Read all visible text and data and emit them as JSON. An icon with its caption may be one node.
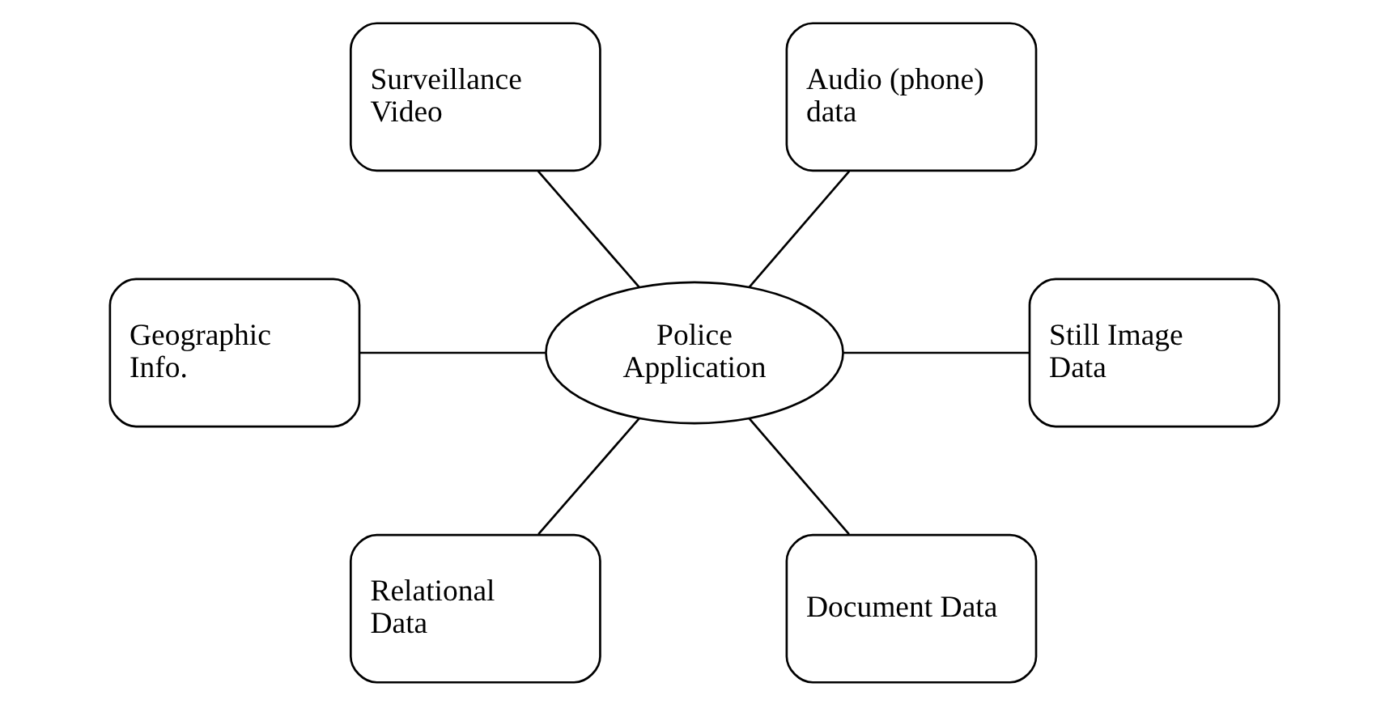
{
  "diagram": {
    "nodes": [
      {
        "text": [
          "Surveillance Video"
        ]
      },
      {
        "text": [
          "Audio (phone) data"
        ]
      },
      {
        "text": [
          "Geographic Info."
        ]
      },
      {
        "text": [
          "Police Application"
        ]
      },
      {
        "text": [
          "Still Image Data"
        ]
      },
      {
        "text": [
          "Relational Data"
        ]
      },
      {
        "text": [
          "Document Data"
        ]
      }
    ],
    "edges": [
      {
        "from": 0,
        "to": 3,
        "arrow": "none"
      },
      {
        "from": 1,
        "to": 3,
        "arrow": "none"
      },
      {
        "from": 2,
        "to": 3,
        "arrow": "none"
      },
      {
        "from": 3,
        "to": 4,
        "arrow": "none"
      },
      {
        "from": 3,
        "to": 5,
        "arrow": "none"
      },
      {
        "from": 3,
        "to": 6,
        "arrow": "none"
      }
    ]
  }
}
